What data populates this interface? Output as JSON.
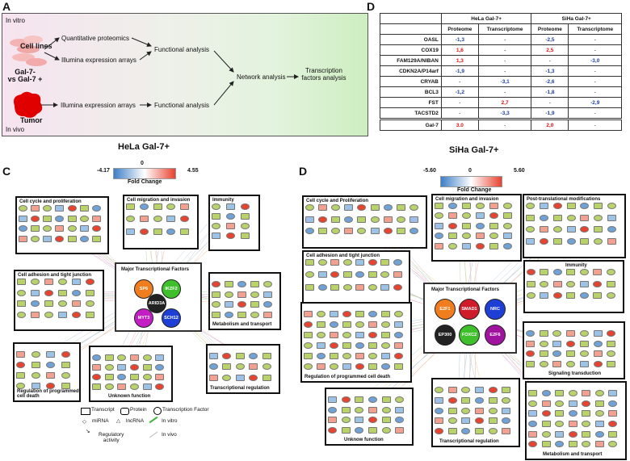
{
  "panels": {
    "A": "A",
    "B": "D",
    "C": "C",
    "D": "D"
  },
  "panelA": {
    "in_vitro": "In vitro",
    "in_vivo": "In vivo",
    "cell_lines": "Cell lines",
    "gal7": "Gal-7-\nvs Gal-7 +",
    "tumor": "Tumor",
    "quant_proteomics": "Quantitative proteomics",
    "illumina1": "Illumina expression arrays",
    "illumina2": "Illumina expression arrays",
    "functional1": "Functional analysis",
    "functional2": "Functional analysis",
    "network": "Network analysis",
    "tf_analysis": "Transcription factors analysis"
  },
  "tableD": {
    "groups": [
      "HeLa Gal-7+",
      "SiHa Gal-7+"
    ],
    "subheaders": [
      "Proteome",
      "Transcriptome",
      "Proteome",
      "Transcriptome"
    ],
    "rows": [
      {
        "gene": "OASL",
        "vals": [
          "-1,3",
          "-",
          "-2,5",
          "-"
        ]
      },
      {
        "gene": "COX19",
        "vals": [
          "1,6",
          "-",
          "2,5",
          "-"
        ]
      },
      {
        "gene": "FAM129A/NIBAN",
        "vals": [
          "1,3",
          "-",
          "-",
          "-3,0"
        ]
      },
      {
        "gene": "CDKN2A/P14arf",
        "vals": [
          "-1,9",
          "-",
          "-1,3",
          "-"
        ]
      },
      {
        "gene": "CRYAB",
        "vals": [
          "-",
          "-3,1",
          "-2,6",
          "-"
        ]
      },
      {
        "gene": "BCL3",
        "vals": [
          "-1,2",
          "-",
          "-1,8",
          "-"
        ]
      },
      {
        "gene": "FST",
        "vals": [
          "-",
          "2,7",
          "-",
          "-2,9"
        ]
      },
      {
        "gene": "TACSTD2",
        "vals": [
          "-",
          "-3,3",
          "-1,9",
          "-"
        ]
      },
      {
        "gene": "Gal-7",
        "vals": [
          "3.0",
          "-",
          "2,0",
          "-"
        ]
      }
    ]
  },
  "panelC": {
    "title": "HeLa Gal-7+",
    "scale_min": "-4.17",
    "scale_mid": "0",
    "scale_max": "4.55",
    "scale_label": "Fold Change",
    "boxes": {
      "cell_cycle": "Cell cycle and proliferation",
      "migration": "Cell migration and invasion",
      "immunity": "Immunity",
      "adhesion": "Cell adhesion and tight junction",
      "metabolism": "Metabolism and transport",
      "apoptosis": "Regulation of programmed\ncell death",
      "unknown": "Unknown function",
      "transcription": "Transcriptional regulation"
    },
    "tf_title": "Major Transcriptional Factors",
    "tfs": [
      "SP6",
      "IKZF2",
      "ARID3A",
      "MYT3",
      "SCH12"
    ]
  },
  "legend": {
    "transcript": "Transcript",
    "protein": "Protein",
    "tf": "Transcription Factor",
    "mirna": "miRNA",
    "lncrna": "lncRNA",
    "in_vitro": "In vitro",
    "regulatory": "Regulatory\nactivity",
    "in_vivo": "In vivo"
  },
  "panelD": {
    "title": "SiHa Gal-7+",
    "scale_min": "-5.60",
    "scale_mid": "0",
    "scale_max": "5.60",
    "scale_label": "Fold Change",
    "boxes": {
      "cell_cycle": "Cell cycle and Proliferation",
      "migration": "Cell migration and invasion",
      "ptm": "Post-translational modifications",
      "adhesion": "Cell adhesion and tight junction",
      "immunity": "Immunity",
      "apoptosis": "Regulation of programmed cell death",
      "signaling": "Signaling transduction",
      "unknown": "Unknow function",
      "transcription": "Transcriptional regulation",
      "metabolism": "Metabolism and transport"
    },
    "tf_title": "Major Transcriptional Factors",
    "tfs": [
      "E2F1",
      "SMAD1",
      "NRC",
      "EP300",
      "FOXC2",
      "E2F6"
    ]
  },
  "colors": {
    "up": "#e8432f",
    "down": "#4a86c8",
    "node_green": "#b9d36a",
    "tf_orange": "#f07d1e",
    "tf_green": "#3fbf2c",
    "tf_blue": "#1e3fd6",
    "tf_magenta": "#c21ec4",
    "tf_black": "#222222",
    "tf_red": "#d01c2a"
  }
}
